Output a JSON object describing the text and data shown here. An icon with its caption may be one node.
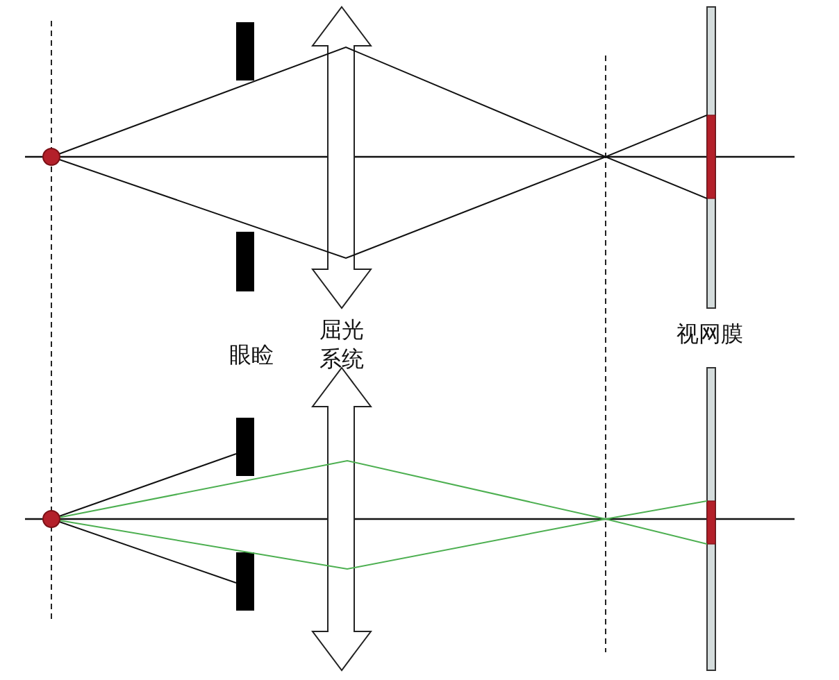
{
  "diagram": {
    "labels": [
      "眼睑",
      "屈光系统",
      "视网膜"
    ]
  }
}
